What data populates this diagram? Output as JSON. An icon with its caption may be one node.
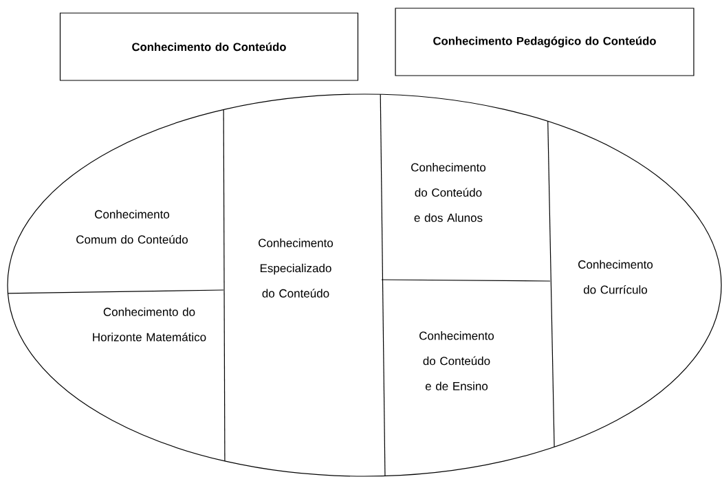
{
  "diagram": {
    "nodes": [
      {
        "text": [
          "Conhecimento do Conteúdo"
        ]
      },
      {
        "text": [
          "Conhecimento Pedagógico do Conteúdo"
        ]
      },
      {
        "text": [],
        "shape": "ellipse"
      },
      {
        "text": [
          "Conhecimento Comum do Conteúdo"
        ],
        "in": 2
      },
      {
        "text": [
          "Conhecimento do Horizonte Matemático"
        ],
        "in": 2
      },
      {
        "text": [
          "Conhecimento Especializado do Conteúdo"
        ],
        "in": 2
      },
      {
        "text": [
          "Conhecimento do Conteúdo e dos Alunos"
        ],
        "in": 2
      },
      {
        "text": [
          "Conhecimento do Conteúdo e de Ensino"
        ],
        "in": 2
      },
      {
        "text": [
          "Conhecimento do Currículo"
        ],
        "in": 2
      }
    ]
  }
}
